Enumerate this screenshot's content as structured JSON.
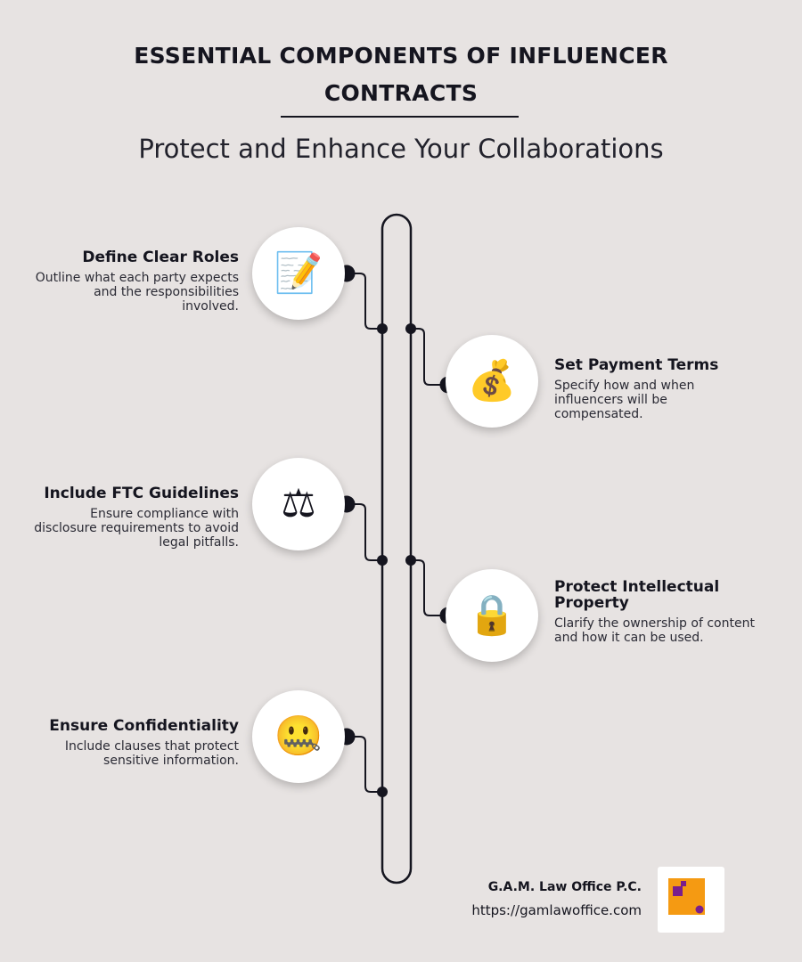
{
  "header": {
    "title_line1": "ESSENTIAL COMPONENTS OF INFLUENCER",
    "title_line2": "CONTRACTS",
    "subtitle": "Protect and Enhance Your Collaborations"
  },
  "items": [
    {
      "side": "left",
      "icon": "memo-icon",
      "glyph": "📝",
      "title": "Define Clear Roles",
      "description": "Outline what each party expects and the responsibilities involved."
    },
    {
      "side": "right",
      "icon": "money-bag-icon",
      "glyph": "💰",
      "title": "Set Payment Terms",
      "description": "Specify how and when influencers will be compensated."
    },
    {
      "side": "left",
      "icon": "balance-scale-icon",
      "glyph": "⚖",
      "title": "Include FTC Guidelines",
      "description": "Ensure compliance with disclosure requirements to avoid legal pitfalls."
    },
    {
      "side": "right",
      "icon": "padlock-icon",
      "glyph": "🔒",
      "title": "Protect Intellectual Property",
      "description": "Clarify the ownership of content and how it can be used."
    },
    {
      "side": "left",
      "icon": "zipper-mouth-face-icon",
      "glyph": "🤐",
      "title": "Ensure Confidentiality",
      "description": "Include clauses that protect sensitive information."
    }
  ],
  "footer": {
    "company": "G.A.M. Law Office P.C.",
    "url": "https://gamlawoffice.com",
    "logo_icon": "gam-logo-icon"
  },
  "colors": {
    "background": "#e7e3e2",
    "ink": "#15151f",
    "logo_orange": "#f59a12",
    "logo_purple": "#7a1e8c"
  }
}
